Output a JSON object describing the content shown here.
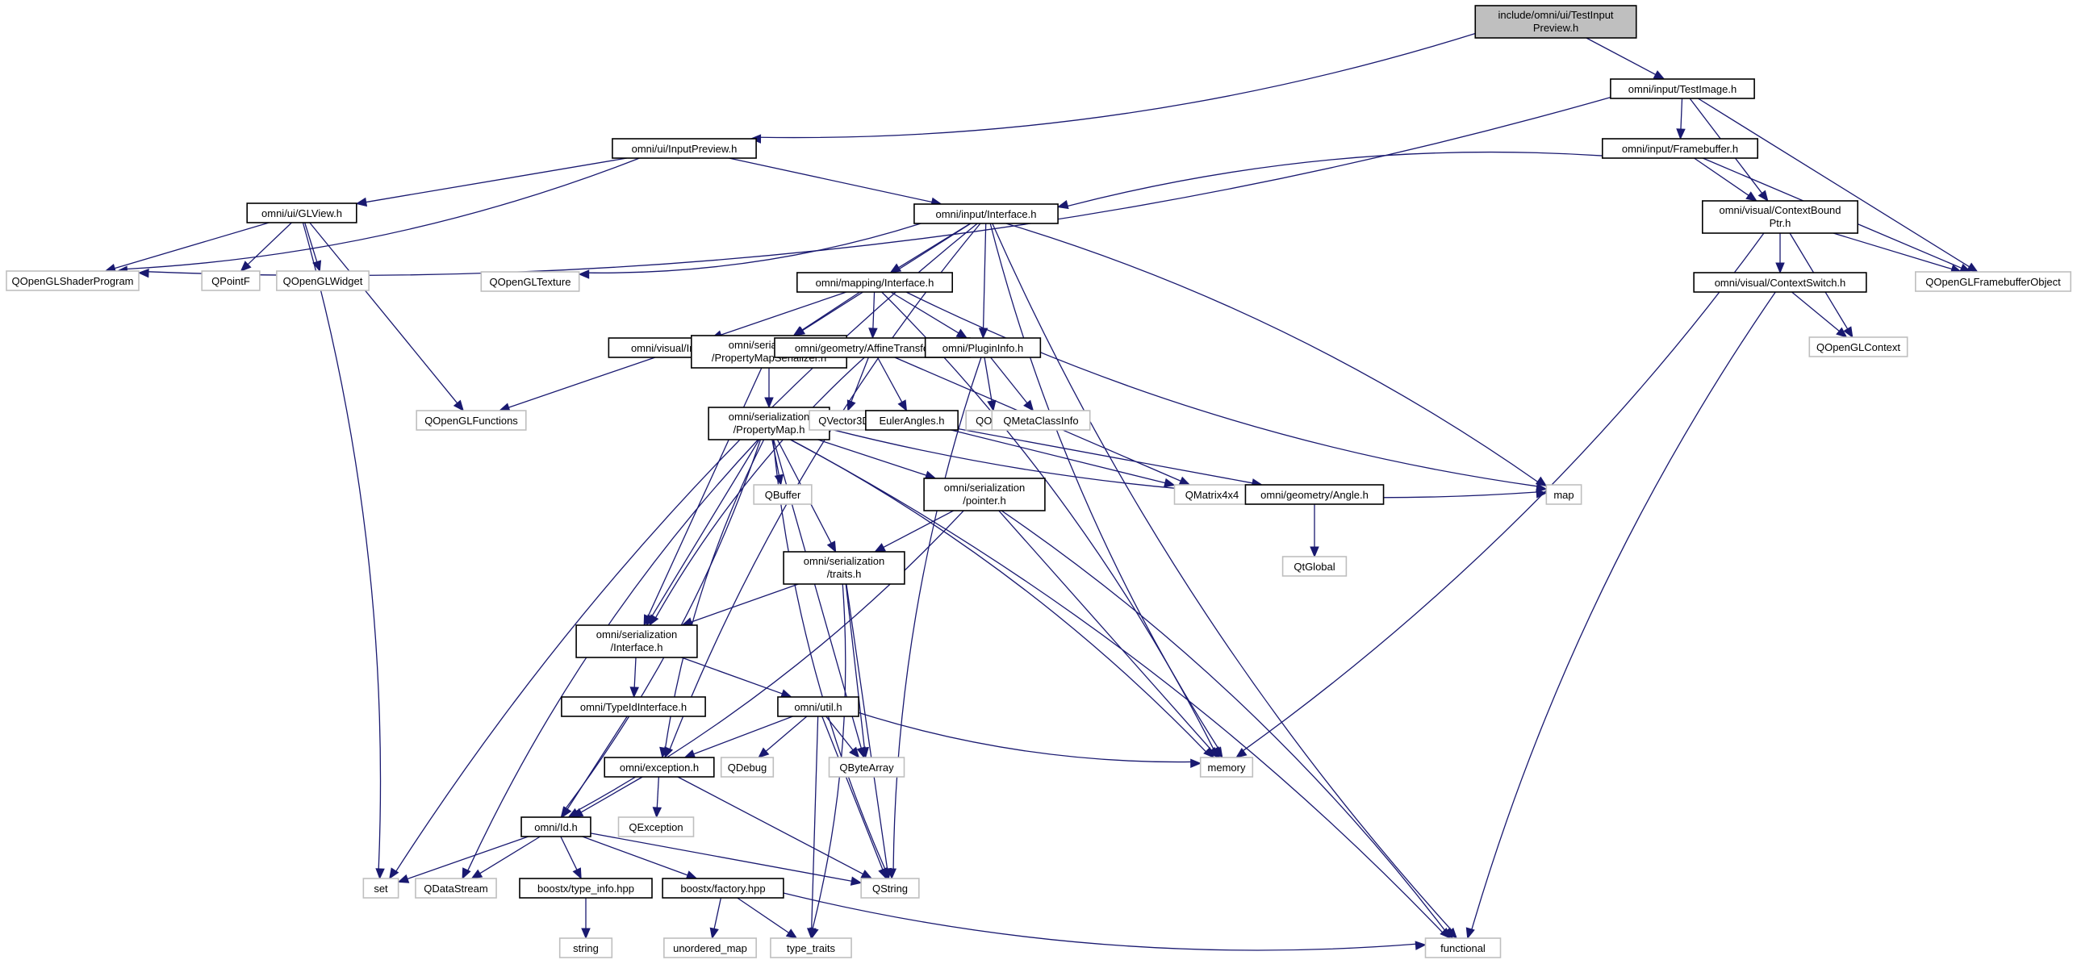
{
  "graph": {
    "title": "Include dependency graph for include/omni/ui/TestInputPreview.h",
    "edge_color": "#191970",
    "root_fill": "#bfbfbf",
    "external_border": "#bfbfbf",
    "nodes": [
      {
        "id": "root",
        "label": [
          "include/omni/ui/TestInput",
          "Preview.h"
        ],
        "kind": "root"
      },
      {
        "id": "testimage",
        "label": [
          "omni/input/TestImage.h"
        ],
        "kind": "internal"
      },
      {
        "id": "inputpreview",
        "label": [
          "omni/ui/InputPreview.h"
        ],
        "kind": "internal"
      },
      {
        "id": "framebuffer",
        "label": [
          "omni/input/Framebuffer.h"
        ],
        "kind": "internal"
      },
      {
        "id": "glview",
        "label": [
          "omni/ui/GLView.h"
        ],
        "kind": "internal"
      },
      {
        "id": "inputinterface",
        "label": [
          "omni/input/Interface.h"
        ],
        "kind": "internal"
      },
      {
        "id": "contextboundptr",
        "label": [
          "omni/visual/ContextBound",
          "Ptr.h"
        ],
        "kind": "internal"
      },
      {
        "id": "qopenglshaderprogram",
        "label": [
          "QOpenGLShaderProgram"
        ],
        "kind": "external"
      },
      {
        "id": "qpointf",
        "label": [
          "QPointF"
        ],
        "kind": "external"
      },
      {
        "id": "qopenglwidget",
        "label": [
          "QOpenGLWidget"
        ],
        "kind": "external"
      },
      {
        "id": "qopengltexture",
        "label": [
          "QOpenGLTexture"
        ],
        "kind": "external"
      },
      {
        "id": "mappinginterface",
        "label": [
          "omni/mapping/Interface.h"
        ],
        "kind": "internal"
      },
      {
        "id": "contextswitch",
        "label": [
          "omni/visual/ContextSwitch.h"
        ],
        "kind": "internal"
      },
      {
        "id": "qopenglframebufferobject",
        "label": [
          "QOpenGLFramebufferObject"
        ],
        "kind": "external"
      },
      {
        "id": "visualinterface",
        "label": [
          "omni/visual/Interface.h"
        ],
        "kind": "internal"
      },
      {
        "id": "propertymapserializer",
        "label": [
          "omni/serialization",
          "/PropertyMapSerializer.h"
        ],
        "kind": "internal"
      },
      {
        "id": "affinetransform",
        "label": [
          "omni/geometry/AffineTransform.h"
        ],
        "kind": "internal"
      },
      {
        "id": "plugininfo",
        "label": [
          "omni/PluginInfo.h"
        ],
        "kind": "internal"
      },
      {
        "id": "qopenglcontext",
        "label": [
          "QOpenGLContext"
        ],
        "kind": "external"
      },
      {
        "id": "qopenglfunctions",
        "label": [
          "QOpenGLFunctions"
        ],
        "kind": "external"
      },
      {
        "id": "propertymap",
        "label": [
          "omni/serialization",
          "/PropertyMap.h"
        ],
        "kind": "internal"
      },
      {
        "id": "qvector3d",
        "label": [
          "QVector3D"
        ],
        "kind": "external"
      },
      {
        "id": "eulerangles",
        "label": [
          "EulerAngles.h"
        ],
        "kind": "internal"
      },
      {
        "id": "qobject",
        "label": [
          "QObject"
        ],
        "kind": "external"
      },
      {
        "id": "qmetaclassinfo",
        "label": [
          "QMetaClassInfo"
        ],
        "kind": "external"
      },
      {
        "id": "qbuffer",
        "label": [
          "QBuffer"
        ],
        "kind": "external"
      },
      {
        "id": "pointer",
        "label": [
          "omni/serialization",
          "/pointer.h"
        ],
        "kind": "internal"
      },
      {
        "id": "qmatrix4x4",
        "label": [
          "QMatrix4x4"
        ],
        "kind": "external"
      },
      {
        "id": "angle",
        "label": [
          "omni/geometry/Angle.h"
        ],
        "kind": "internal"
      },
      {
        "id": "map",
        "label": [
          "map"
        ],
        "kind": "external"
      },
      {
        "id": "traits",
        "label": [
          "omni/serialization",
          "/traits.h"
        ],
        "kind": "internal"
      },
      {
        "id": "qtglobal",
        "label": [
          "QtGlobal"
        ],
        "kind": "external"
      },
      {
        "id": "serinterface",
        "label": [
          "omni/serialization",
          "/Interface.h"
        ],
        "kind": "internal"
      },
      {
        "id": "typeidinterface",
        "label": [
          "omni/TypeIdInterface.h"
        ],
        "kind": "internal"
      },
      {
        "id": "util",
        "label": [
          "omni/util.h"
        ],
        "kind": "internal"
      },
      {
        "id": "exception",
        "label": [
          "omni/exception.h"
        ],
        "kind": "internal"
      },
      {
        "id": "qdebug",
        "label": [
          "QDebug"
        ],
        "kind": "external"
      },
      {
        "id": "qbytearray",
        "label": [
          "QByteArray"
        ],
        "kind": "external"
      },
      {
        "id": "memory",
        "label": [
          "memory"
        ],
        "kind": "external"
      },
      {
        "id": "id",
        "label": [
          "omni/Id.h"
        ],
        "kind": "internal"
      },
      {
        "id": "qexception",
        "label": [
          "QException"
        ],
        "kind": "external"
      },
      {
        "id": "set",
        "label": [
          "set"
        ],
        "kind": "external"
      },
      {
        "id": "qdatastream",
        "label": [
          "QDataStream"
        ],
        "kind": "external"
      },
      {
        "id": "typeinfo",
        "label": [
          "boostx/type_info.hpp"
        ],
        "kind": "internal"
      },
      {
        "id": "factory",
        "label": [
          "boostx/factory.hpp"
        ],
        "kind": "internal"
      },
      {
        "id": "qstring",
        "label": [
          "QString"
        ],
        "kind": "external"
      },
      {
        "id": "string",
        "label": [
          "string"
        ],
        "kind": "external"
      },
      {
        "id": "unorderedmap",
        "label": [
          "unordered_map"
        ],
        "kind": "external"
      },
      {
        "id": "typetraits",
        "label": [
          "type_traits"
        ],
        "kind": "external"
      },
      {
        "id": "functional",
        "label": [
          "functional"
        ],
        "kind": "external"
      }
    ],
    "edges": [
      [
        "root",
        "inputpreview"
      ],
      [
        "root",
        "testimage"
      ],
      [
        "testimage",
        "qopenglshaderprogram"
      ],
      [
        "testimage",
        "framebuffer"
      ],
      [
        "testimage",
        "contextboundptr"
      ],
      [
        "testimage",
        "qopenglframebufferobject"
      ],
      [
        "inputpreview",
        "qopenglshaderprogram"
      ],
      [
        "inputpreview",
        "glview"
      ],
      [
        "inputpreview",
        "inputinterface"
      ],
      [
        "framebuffer",
        "inputinterface"
      ],
      [
        "framebuffer",
        "contextboundptr"
      ],
      [
        "framebuffer",
        "qopenglframebufferobject"
      ],
      [
        "glview",
        "qopenglshaderprogram"
      ],
      [
        "glview",
        "qpointf"
      ],
      [
        "glview",
        "qopenglwidget"
      ],
      [
        "glview",
        "qopenglfunctions"
      ],
      [
        "glview",
        "set"
      ],
      [
        "inputinterface",
        "set"
      ],
      [
        "inputinterface",
        "qopengltexture"
      ],
      [
        "inputinterface",
        "exception"
      ],
      [
        "inputinterface",
        "propertymapserializer"
      ],
      [
        "inputinterface",
        "memory"
      ],
      [
        "inputinterface",
        "mappinginterface"
      ],
      [
        "inputinterface",
        "plugininfo"
      ],
      [
        "inputinterface",
        "map"
      ],
      [
        "inputinterface",
        "functional"
      ],
      [
        "contextboundptr",
        "memory"
      ],
      [
        "contextboundptr",
        "contextswitch"
      ],
      [
        "contextboundptr",
        "qopenglcontext"
      ],
      [
        "contextboundptr",
        "qopenglframebufferobject"
      ],
      [
        "contextswitch",
        "qopenglcontext"
      ],
      [
        "contextswitch",
        "functional"
      ],
      [
        "mappinginterface",
        "visualinterface"
      ],
      [
        "mappinginterface",
        "propertymapserializer"
      ],
      [
        "mappinginterface",
        "affinetransform"
      ],
      [
        "mappinginterface",
        "plugininfo"
      ],
      [
        "mappinginterface",
        "memory"
      ],
      [
        "mappinginterface",
        "map"
      ],
      [
        "visualinterface",
        "qopenglfunctions"
      ],
      [
        "propertymapserializer",
        "propertymap"
      ],
      [
        "propertymapserializer",
        "serinterface"
      ],
      [
        "affinetransform",
        "serinterface"
      ],
      [
        "affinetransform",
        "qvector3d"
      ],
      [
        "affinetransform",
        "eulerangles"
      ],
      [
        "affinetransform",
        "qmatrix4x4"
      ],
      [
        "plugininfo",
        "qobject"
      ],
      [
        "plugininfo",
        "qmetaclassinfo"
      ],
      [
        "plugininfo",
        "qstring"
      ],
      [
        "eulerangles",
        "qmatrix4x4"
      ],
      [
        "eulerangles",
        "angle"
      ],
      [
        "angle",
        "qtglobal"
      ],
      [
        "propertymap",
        "qdatastream"
      ],
      [
        "propertymap",
        "id"
      ],
      [
        "propertymap",
        "serinterface"
      ],
      [
        "propertymap",
        "qbuffer"
      ],
      [
        "propertymap",
        "pointer"
      ],
      [
        "propertymap",
        "traits"
      ],
      [
        "propertymap",
        "exception"
      ],
      [
        "propertymap",
        "qbytearray"
      ],
      [
        "propertymap",
        "qstring"
      ],
      [
        "propertymap",
        "memory"
      ],
      [
        "propertymap",
        "map"
      ],
      [
        "propertymap",
        "functional"
      ],
      [
        "pointer",
        "traits"
      ],
      [
        "pointer",
        "id"
      ],
      [
        "pointer",
        "memory"
      ],
      [
        "pointer",
        "functional"
      ],
      [
        "traits",
        "serinterface"
      ],
      [
        "traits",
        "qbytearray"
      ],
      [
        "traits",
        "qstring"
      ],
      [
        "traits",
        "typetraits"
      ],
      [
        "serinterface",
        "typeidinterface"
      ],
      [
        "serinterface",
        "util"
      ],
      [
        "typeidinterface",
        "id"
      ],
      [
        "util",
        "exception"
      ],
      [
        "util",
        "qdebug"
      ],
      [
        "util",
        "qbytearray"
      ],
      [
        "util",
        "memory"
      ],
      [
        "util",
        "qstring"
      ],
      [
        "util",
        "typetraits"
      ],
      [
        "exception",
        "id"
      ],
      [
        "exception",
        "qexception"
      ],
      [
        "exception",
        "qstring"
      ],
      [
        "id",
        "set"
      ],
      [
        "id",
        "qdatastream"
      ],
      [
        "id",
        "typeinfo"
      ],
      [
        "id",
        "factory"
      ],
      [
        "id",
        "qstring"
      ],
      [
        "typeinfo",
        "string"
      ],
      [
        "factory",
        "unorderedmap"
      ],
      [
        "factory",
        "typetraits"
      ],
      [
        "factory",
        "functional"
      ]
    ]
  }
}
